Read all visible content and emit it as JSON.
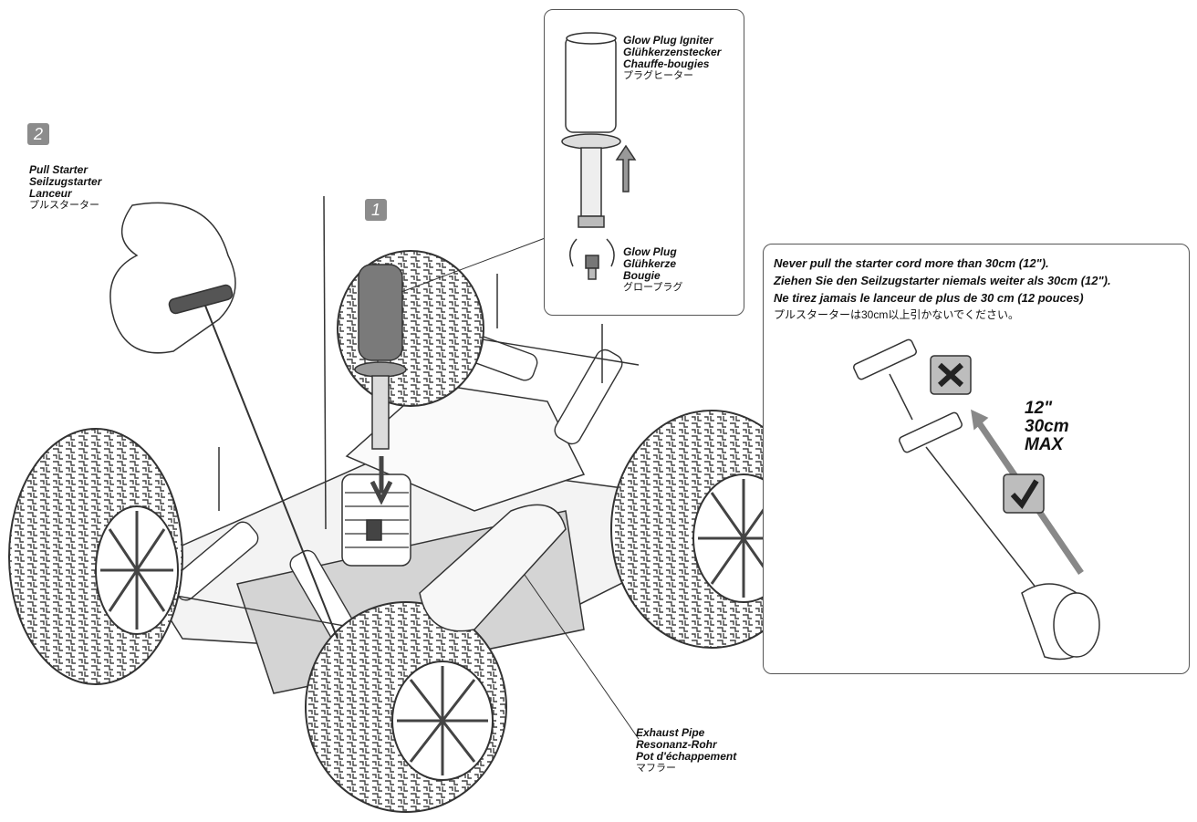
{
  "steps": {
    "step1": "1",
    "step2": "2"
  },
  "pull_starter": {
    "en": "Pull Starter",
    "de": "Seilzugstarter",
    "fr": "Lanceur",
    "jp": "プルスターター"
  },
  "glow_plug_igniter": {
    "en": "Glow Plug Igniter",
    "de": "Glühkerzenstecker",
    "fr": "Chauffe-bougies",
    "jp": "プラグヒーター"
  },
  "glow_plug": {
    "en": "Glow Plug",
    "de": "Glühkerze",
    "fr": "Bougie",
    "jp": "グロープラグ"
  },
  "exhaust_pipe": {
    "en": "Exhaust Pipe",
    "de": "Resonanz-Rohr",
    "fr": "Pot d'échappement",
    "jp": "マフラー"
  },
  "warning": {
    "en": "Never pull the starter cord more than 30cm (12\").",
    "de": "Ziehen Sie den Seilzugstarter niemals weiter als 30cm (12\").",
    "fr": "Ne tirez jamais le lanceur de plus de 30 cm (12 pouces)",
    "jp": "プルスターターは30cm以上引かないでください。"
  },
  "max_pull": {
    "inch": "12\"",
    "cm": "30cm",
    "max": "MAX"
  },
  "icons": {
    "wrong": "x-mark-icon",
    "right": "check-mark-icon"
  },
  "colors": {
    "line": "#333333",
    "step_badge": "#8c8c8c",
    "callout_border": "#555555"
  }
}
